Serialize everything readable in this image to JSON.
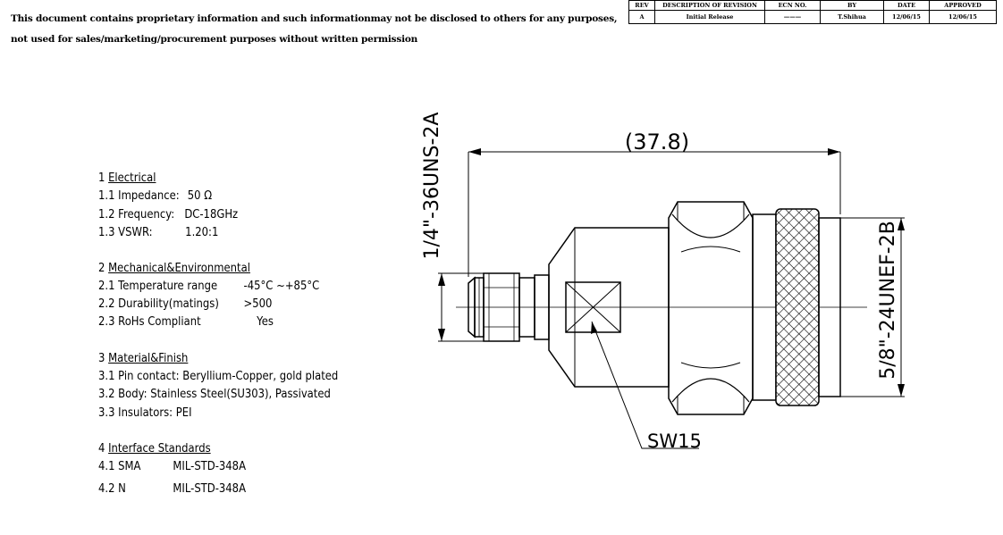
{
  "notice": {
    "line1": "This document contains proprietary information and such informationmay not be disclosed to others for any purposes,",
    "line2": "not used for sales/marketing/procurement purposes without written permission"
  },
  "revision_table": {
    "headers": [
      "REV",
      "DESCRIPTION OF REVISION",
      "ECN NO.",
      "BY",
      "DATE",
      "APPROVED"
    ],
    "rows": [
      [
        "A",
        "Initial Release",
        "———",
        "T.Shihua",
        "12/06/15",
        "12/06/15"
      ]
    ]
  },
  "specs": {
    "s1": {
      "num": "1",
      "title": "Electrical"
    },
    "s1_1": {
      "label": "1.1 Impedance:",
      "value": "50 Ω"
    },
    "s1_2": {
      "label": "1.2 Frequency:",
      "value": "DC-18GHz"
    },
    "s1_3": {
      "label": "1.3 VSWR:",
      "value": "1.20:1"
    },
    "s2": {
      "num": "2",
      "title": "Mechanical&Environmental"
    },
    "s2_1": {
      "label": "2.1 Temperature range",
      "value": "-45°C ~+85°C"
    },
    "s2_2": {
      "label": "2.2 Durability(matings)",
      "value": ">500"
    },
    "s2_3": {
      "label": "2.3 RoHs Compliant",
      "value": "Yes"
    },
    "s3": {
      "num": "3",
      "title": "Material&Finish"
    },
    "s3_1": {
      "text": "3.1 Pin contact: Beryllium-Copper, gold plated"
    },
    "s3_2": {
      "text": "3.2 Body: Stainless Steel(SU303), Passivated"
    },
    "s3_3": {
      "text": "3.3 Insulators: PEI"
    },
    "s4": {
      "num": "4",
      "title": "Interface Standards"
    },
    "s4_1": {
      "label": "4.1 SMA",
      "value": "MIL-STD-348A"
    },
    "s4_2": {
      "label": "4.2 N",
      "value": "MIL-STD-348A"
    }
  },
  "drawing": {
    "overall_length": "(37.8)",
    "left_thread": "1/4\"-36UNS-2A",
    "right_thread": "5/8\"-24UNEF-2B",
    "wrench_flat": "SW15"
  }
}
